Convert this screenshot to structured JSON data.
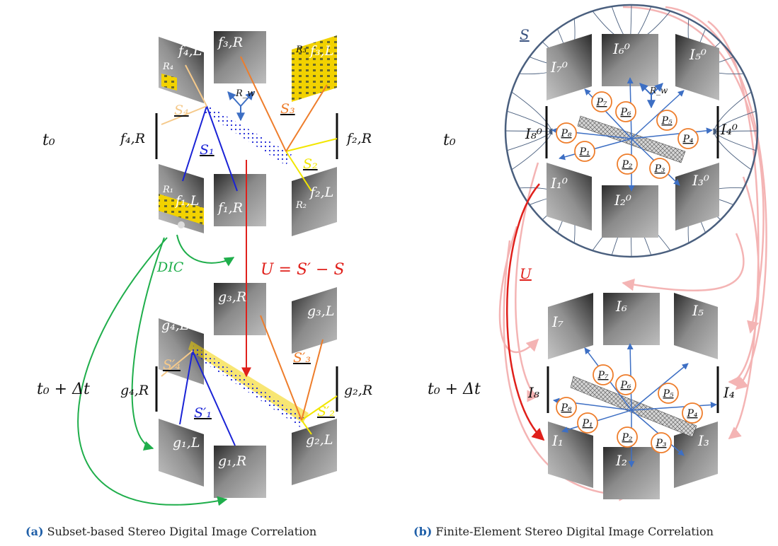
{
  "time_labels": {
    "t0": "t₀",
    "t0dt": "t₀ + Δt"
  },
  "captions": {
    "a_tag": "(a)",
    "a_text": "Subset-based Stereo Digital Image Correlation",
    "b_tag": "(b)",
    "b_text": "Finite-Element Stereo Digital Image Correlation"
  },
  "panel_a": {
    "cameras_t0": [
      "f₄,L",
      "f₃,R",
      "f₃,L",
      "f₄,R",
      "f₂,R",
      "f₁,L",
      "f₁,R",
      "f₂,L"
    ],
    "cameras_t1": [
      "g₄,L",
      "g₃,R",
      "g₃,L",
      "g₄,R",
      "g₂,R",
      "g₁,L",
      "g₁,R",
      "g₂,L"
    ],
    "rot_labels": [
      "R₄",
      "R₃",
      "R₁",
      "R₂",
      "R_w"
    ],
    "subset_t0": [
      "S₁",
      "S₂",
      "S₃",
      "S₄"
    ],
    "subset_t1": [
      "S′₁",
      "S′₂",
      "S′₃",
      "S′₄"
    ],
    "equation": "U = S′ − S",
    "dic_label": "DIC",
    "colors": {
      "s1": "#1a23d6",
      "s2": "#f2e600",
      "s3": "#ee7d2b",
      "s4": "#f5c98a",
      "red": "#e0201b",
      "green": "#1fae4b"
    }
  },
  "panel_b": {
    "images_t0": [
      "I₇⁰",
      "I₆⁰",
      "I₅⁰",
      "I₈⁰",
      "I₄⁰",
      "I₁⁰",
      "I₂⁰",
      "I₃⁰"
    ],
    "images_t1": [
      "I₇",
      "I₆",
      "I₅",
      "I₈",
      "I₄",
      "I₁",
      "I₂",
      "I₃"
    ],
    "projections": [
      "P₁",
      "P₂",
      "P₃",
      "P₄",
      "P₅",
      "P₆",
      "P₇",
      "P₈"
    ],
    "s_label": "S",
    "u_label": "U",
    "rw_label": "R_w",
    "colors": {
      "circle": "#4a5f7e",
      "arrow": "#3d6fc4",
      "orange": "#ee7d2b",
      "pink": "#f4b4b4",
      "red": "#e0201b"
    }
  }
}
